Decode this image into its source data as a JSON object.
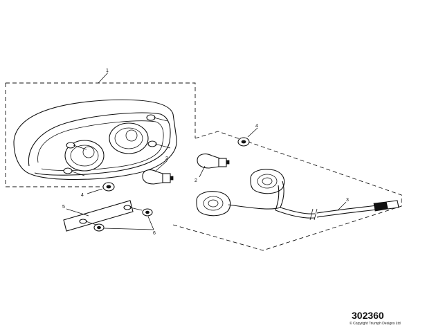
{
  "callouts": {
    "c1": "1",
    "c2a": "2",
    "c2b": "2",
    "c3": "3",
    "c4a": "4",
    "c4b": "4",
    "c5": "5",
    "c6": "6"
  },
  "drawing_number": "302360",
  "copyright": "© Copyright Triumph Designs Ltd"
}
